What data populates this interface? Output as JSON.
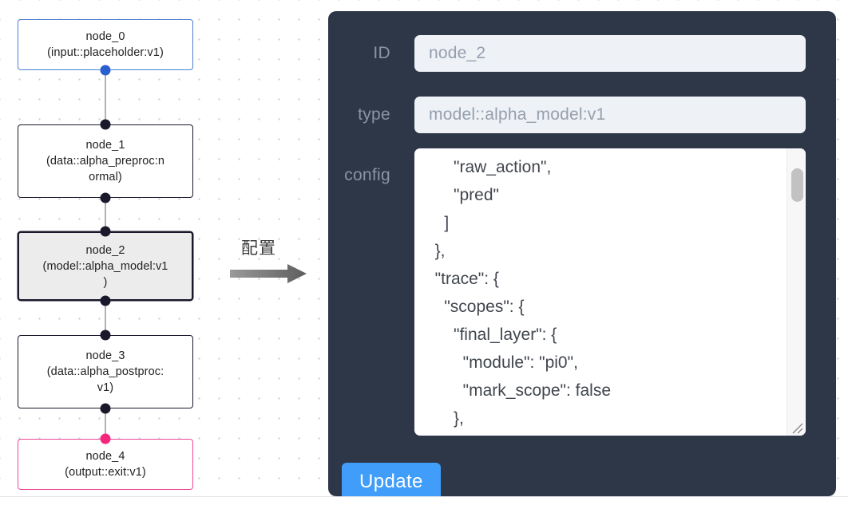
{
  "graph": {
    "nodes": [
      {
        "id": "node_0",
        "label": "node_0\n(input::placeholder:v1)",
        "kind": "input",
        "selected": false
      },
      {
        "id": "node_1",
        "label": "node_1\n(data::alpha_preproc:n\normal)",
        "kind": "default",
        "selected": false
      },
      {
        "id": "node_2",
        "label": "node_2\n(model::alpha_model:v1\n)",
        "kind": "default",
        "selected": true
      },
      {
        "id": "node_3",
        "label": "node_3\n(data::alpha_postproc:\nv1)",
        "kind": "default",
        "selected": false
      },
      {
        "id": "node_4",
        "label": "node_4\n(output::exit:v1)",
        "kind": "output",
        "selected": false
      }
    ],
    "edge_color": "#b1b1b7",
    "handle_colors": {
      "default": "#1a192b",
      "input": "#2a5fd0",
      "output": "#f4277d"
    }
  },
  "annotation": {
    "label": "配置",
    "arrow_color": "#767676"
  },
  "panel": {
    "background": "#2d3748",
    "fields": {
      "id": {
        "label": "ID",
        "value": "node_2"
      },
      "type": {
        "label": "type",
        "value": "model::alpha_model:v1"
      },
      "config": {
        "label": "config",
        "value": "      \"raw_action\",\n      \"pred\"\n    ]\n  },\n  \"trace\": {\n    \"scopes\": {\n      \"final_layer\": {\n        \"module\": \"pi0\",\n        \"mark_scope\": false\n      },\n      \"action_model\": {"
      }
    },
    "update_button": {
      "label": "Update",
      "color": "#409dfa"
    }
  }
}
